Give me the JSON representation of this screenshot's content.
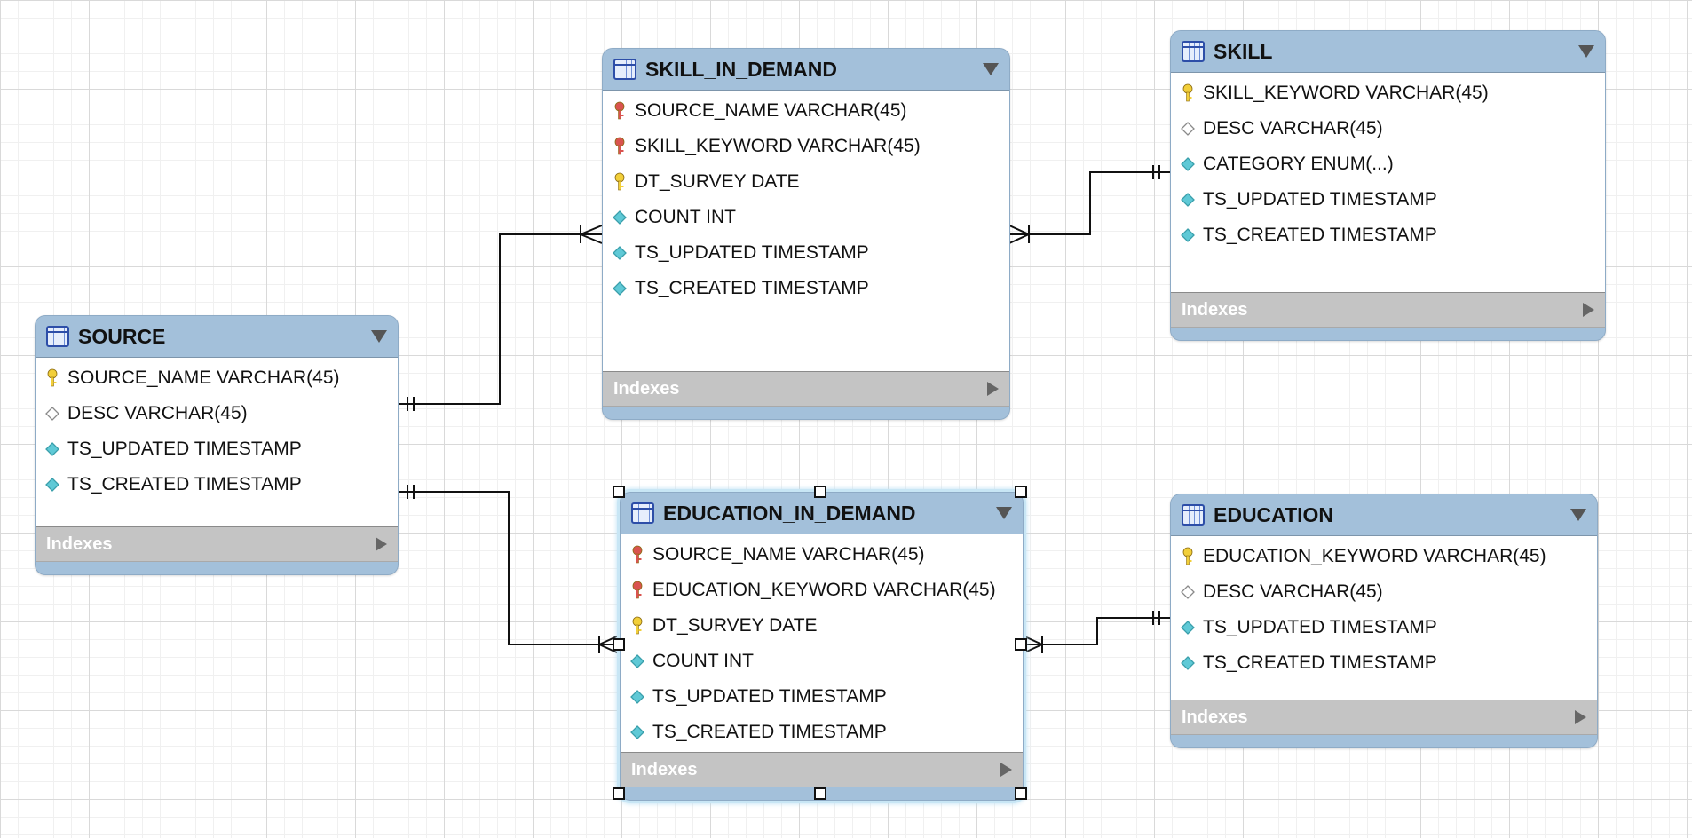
{
  "diagram": {
    "section_label": "Indexes",
    "tables": [
      {
        "id": "source",
        "name": "SOURCE",
        "columns": [
          {
            "text": "SOURCE_NAME VARCHAR(45)",
            "icon": "primary-key-icon"
          },
          {
            "text": "DESC VARCHAR(45)",
            "icon": "nullable-column-icon"
          },
          {
            "text": "TS_UPDATED TIMESTAMP",
            "icon": "not-null-column-icon"
          },
          {
            "text": "TS_CREATED TIMESTAMP",
            "icon": "not-null-column-icon"
          }
        ]
      },
      {
        "id": "skill_in_demand",
        "name": "SKILL_IN_DEMAND",
        "columns": [
          {
            "text": "SOURCE_NAME VARCHAR(45)",
            "icon": "foreign-key-icon"
          },
          {
            "text": "SKILL_KEYWORD VARCHAR(45)",
            "icon": "foreign-key-icon"
          },
          {
            "text": "DT_SURVEY DATE",
            "icon": "primary-key-icon"
          },
          {
            "text": "COUNT INT",
            "icon": "not-null-column-icon"
          },
          {
            "text": "TS_UPDATED TIMESTAMP",
            "icon": "not-null-column-icon"
          },
          {
            "text": "TS_CREATED TIMESTAMP",
            "icon": "not-null-column-icon"
          }
        ]
      },
      {
        "id": "skill",
        "name": "SKILL",
        "columns": [
          {
            "text": "SKILL_KEYWORD VARCHAR(45)",
            "icon": "primary-key-icon"
          },
          {
            "text": "DESC VARCHAR(45)",
            "icon": "nullable-column-icon"
          },
          {
            "text": "CATEGORY ENUM(...)",
            "icon": "not-null-column-icon"
          },
          {
            "text": "TS_UPDATED TIMESTAMP",
            "icon": "not-null-column-icon"
          },
          {
            "text": "TS_CREATED TIMESTAMP",
            "icon": "not-null-column-icon"
          }
        ]
      },
      {
        "id": "education_in_demand",
        "name": "EDUCATION_IN_DEMAND",
        "selected": true,
        "columns": [
          {
            "text": "SOURCE_NAME VARCHAR(45)",
            "icon": "foreign-key-icon"
          },
          {
            "text": "EDUCATION_KEYWORD VARCHAR(45)",
            "icon": "foreign-key-icon"
          },
          {
            "text": "DT_SURVEY DATE",
            "icon": "primary-key-icon"
          },
          {
            "text": "COUNT INT",
            "icon": "not-null-column-icon"
          },
          {
            "text": "TS_UPDATED TIMESTAMP",
            "icon": "not-null-column-icon"
          },
          {
            "text": "TS_CREATED TIMESTAMP",
            "icon": "not-null-column-icon"
          }
        ]
      },
      {
        "id": "education",
        "name": "EDUCATION",
        "columns": [
          {
            "text": "EDUCATION_KEYWORD VARCHAR(45)",
            "icon": "primary-key-icon"
          },
          {
            "text": "DESC VARCHAR(45)",
            "icon": "nullable-column-icon"
          },
          {
            "text": "TS_UPDATED TIMESTAMP",
            "icon": "not-null-column-icon"
          },
          {
            "text": "TS_CREATED TIMESTAMP",
            "icon": "not-null-column-icon"
          }
        ]
      }
    ],
    "relationships": [
      {
        "from": "SOURCE",
        "to": "SKILL_IN_DEMAND",
        "cardinality": "one-to-many"
      },
      {
        "from": "SOURCE",
        "to": "EDUCATION_IN_DEMAND",
        "cardinality": "one-to-many"
      },
      {
        "from": "SKILL",
        "to": "SKILL_IN_DEMAND",
        "cardinality": "one-to-many"
      },
      {
        "from": "EDUCATION",
        "to": "EDUCATION_IN_DEMAND",
        "cardinality": "one-to-many"
      }
    ],
    "colors": {
      "header": "#a3c0da",
      "indexes_bar": "#c4c4c4",
      "primary_key": "#f2cf3a",
      "foreign_key": "#d9534f",
      "not_null_column": "#5fc9d6",
      "selection": "#b8dff2"
    }
  }
}
